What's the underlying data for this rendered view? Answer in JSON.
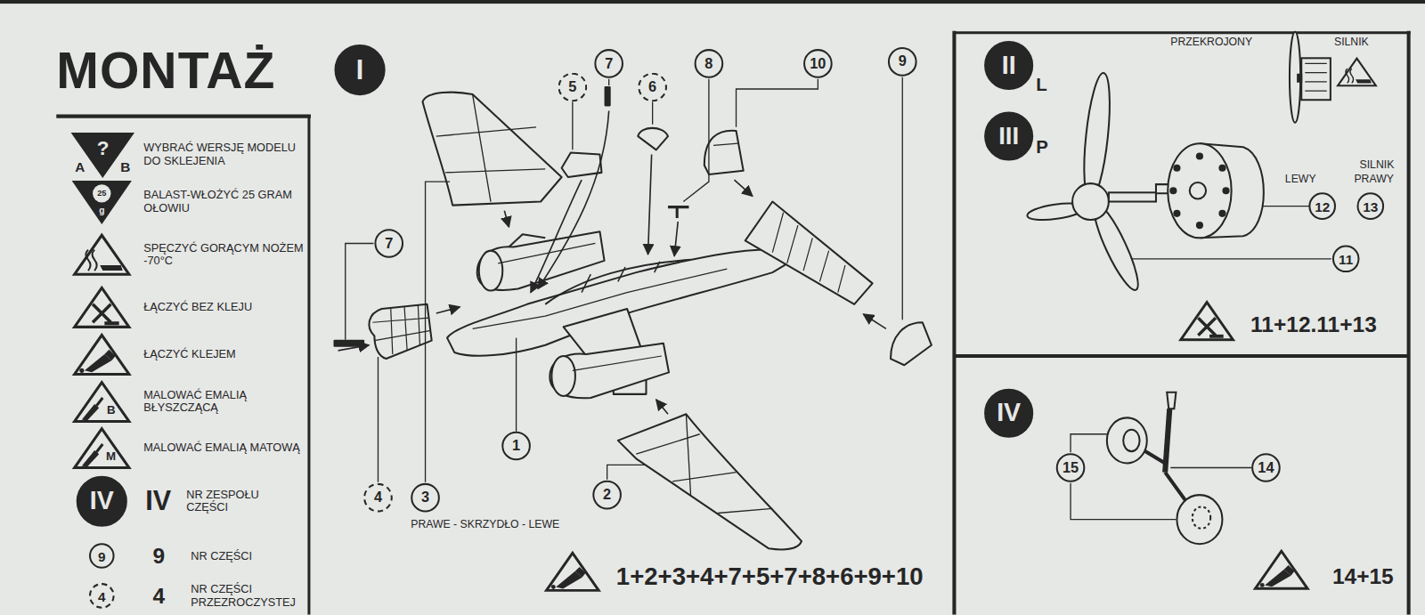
{
  "diagram": {
    "title": "MONTAŻ",
    "nodes": [
      {
        "text": [
          "I"
        ]
      },
      {
        "text": [
          "IV"
        ]
      },
      {
        "text": [
          "9"
        ]
      },
      {
        "text": [
          "4"
        ]
      },
      {
        "text": [
          "5"
        ]
      },
      {
        "text": [
          "7"
        ]
      },
      {
        "text": [
          "6"
        ]
      },
      {
        "text": [
          "8"
        ]
      },
      {
        "text": [
          "10"
        ]
      },
      {
        "text": [
          "9"
        ]
      },
      {
        "text": [
          "7"
        ]
      },
      {
        "text": [
          "4"
        ]
      },
      {
        "text": [
          "3"
        ]
      },
      {
        "text": [
          "1"
        ]
      },
      {
        "text": [
          "2"
        ]
      },
      {
        "text": [
          "II"
        ]
      },
      {
        "text": [
          "III"
        ]
      },
      {
        "text": [
          "12"
        ]
      },
      {
        "text": [
          "13"
        ]
      },
      {
        "text": [
          "11"
        ]
      },
      {
        "text": [
          "IV"
        ]
      },
      {
        "text": [
          "15"
        ]
      },
      {
        "text": [
          "14"
        ]
      }
    ],
    "labels": [
      "A",
      "?",
      "B",
      "25",
      "g",
      "B",
      "M",
      "IV",
      "9",
      "4",
      "PRAWE - SKRZYDŁO - LEWE",
      "1+2+3+4+7+5+7+8+6+9+10",
      "L",
      "P",
      "PRZEKROJONY",
      "SILNIK",
      "SILNIK",
      "LEWY",
      "PRAWY",
      "11+12.11+13",
      "14+15"
    ],
    "legend": [
      {
        "text": "WYBRAĆ WERSJĘ MODELU DO SKLEJENIA"
      },
      {
        "text": "BALAST-WŁOŻYĆ 25 GRAM OŁOWIU"
      },
      {
        "text": "SPĘCZYĆ GORĄCYM NOŻEM -70°C"
      },
      {
        "text": "ŁĄCZYĆ BEZ KLEJU"
      },
      {
        "text": "ŁĄCZYĆ KLEJEM"
      },
      {
        "text": "MALOWAĆ EMALIĄ BŁYSZCZĄCĄ"
      },
      {
        "text": "MALOWAĆ EMALIĄ MATOWĄ"
      },
      {
        "text": "NR ZESPOŁU CZĘŚCI"
      },
      {
        "text": "NR CZĘŚCI"
      },
      {
        "text": "NR CZĘŚCI PRZEZROCZYSTEJ"
      }
    ]
  }
}
